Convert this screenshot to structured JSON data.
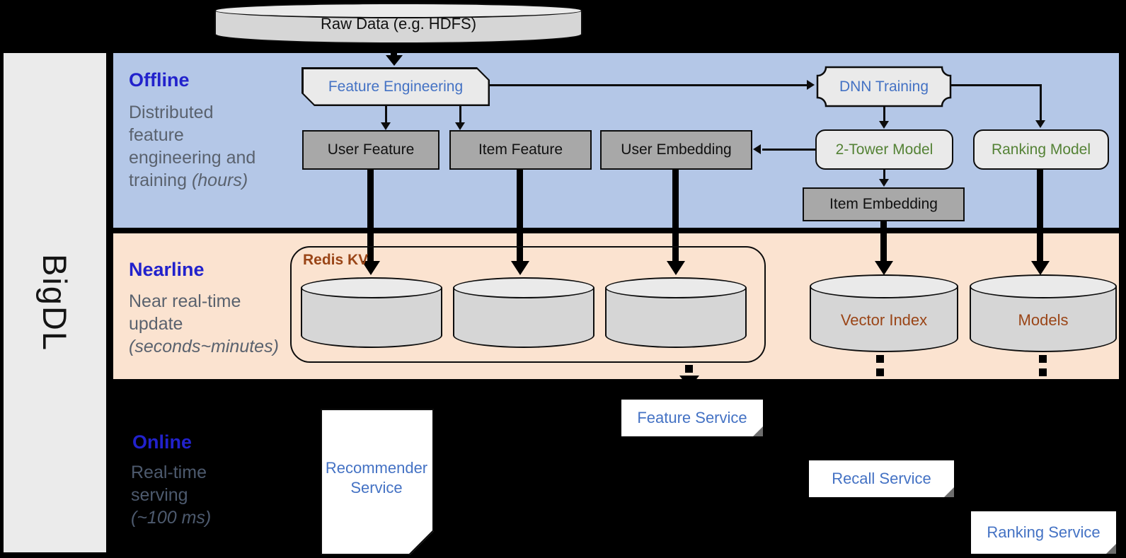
{
  "brand": {
    "name": "BigDL"
  },
  "bands": {
    "offline": {
      "title": "Offline",
      "desc": [
        "Distributed",
        "feature",
        "engineering and"
      ],
      "desc_tail_text": "training ",
      "desc_tail_italic": "(hours)"
    },
    "nearline": {
      "title": "Nearline",
      "desc": [
        "Near real-time",
        "update"
      ],
      "desc_italic": "(seconds~minutes)"
    },
    "online": {
      "title": "Online",
      "desc": [
        "Real-time",
        "serving"
      ],
      "desc_italic": "(~100 ms)"
    }
  },
  "nodes": {
    "raw_data": "Raw Data (e.g. HDFS)",
    "feature_engineering": "Feature Engineering",
    "dnn_training": "DNN Training",
    "user_feature": "User Feature",
    "item_feature": "Item Feature",
    "user_embedding": "User Embedding",
    "two_tower_model": "2-Tower Model",
    "ranking_model": "Ranking Model",
    "item_embedding": "Item Embedding",
    "redis_kv": "Redis KV",
    "vector_index": "Vector Index",
    "models": "Models"
  },
  "services": {
    "recommender_line1": "Recommender",
    "recommender_line2": "Service",
    "feature_service": "Feature Service",
    "recall_service": "Recall Service",
    "ranking_service": "Ranking Service"
  },
  "colors": {
    "offline_band": "#b4c7e7",
    "nearline_band": "#fbe3d0",
    "sidebar_gray": "#ebebeb",
    "node_gray": "#a8a8a8",
    "shape_light_gray": "#eaeaea",
    "band_title_blue": "#2222cc",
    "desc_gray": "#5a626e",
    "accent_blue": "#4472c4",
    "accent_green": "#548235",
    "accent_brown": "#9a4517"
  }
}
